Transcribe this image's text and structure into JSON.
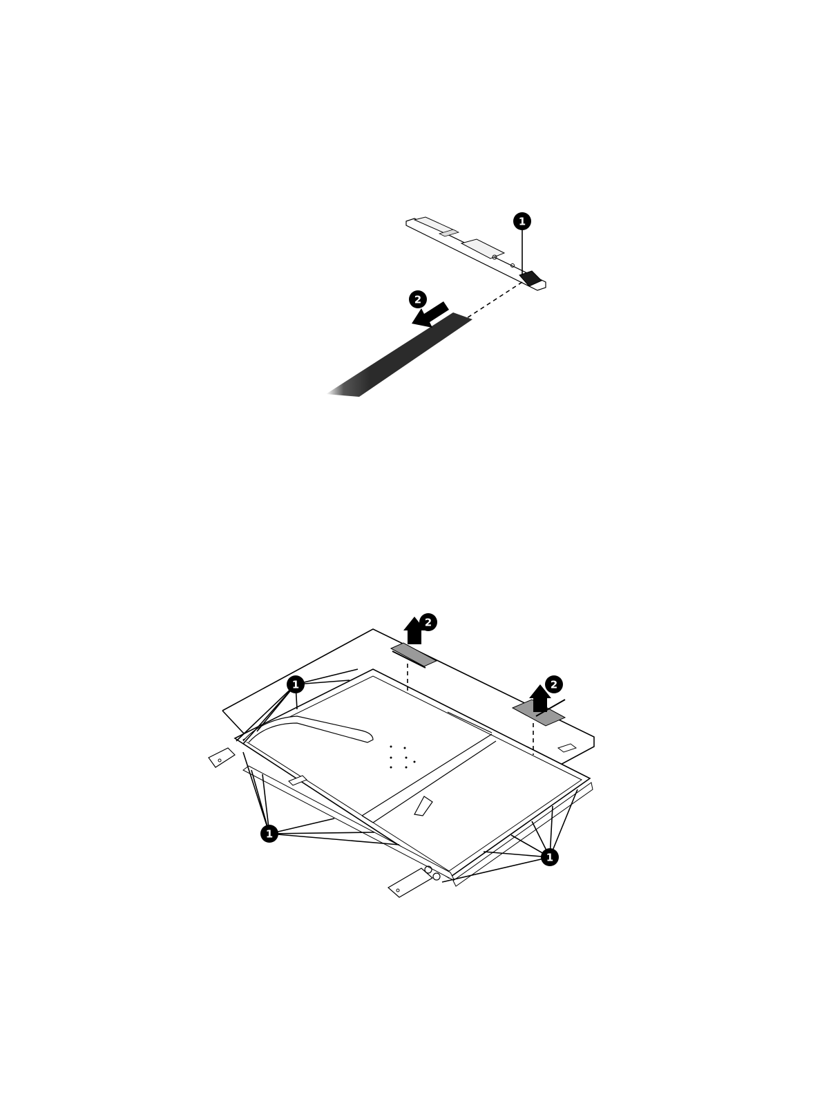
{
  "figure_top": {
    "callouts": [
      {
        "label": "1"
      },
      {
        "label": "2"
      }
    ]
  },
  "figure_bottom": {
    "callouts": [
      {
        "label": "1"
      },
      {
        "label": "1"
      },
      {
        "label": "1"
      },
      {
        "label": "2"
      },
      {
        "label": "2"
      }
    ]
  },
  "colors": {
    "ink": "#000000",
    "cable": "#2b2b2b",
    "tape": "#9a9a9a",
    "part_fill": "#ffffff"
  }
}
